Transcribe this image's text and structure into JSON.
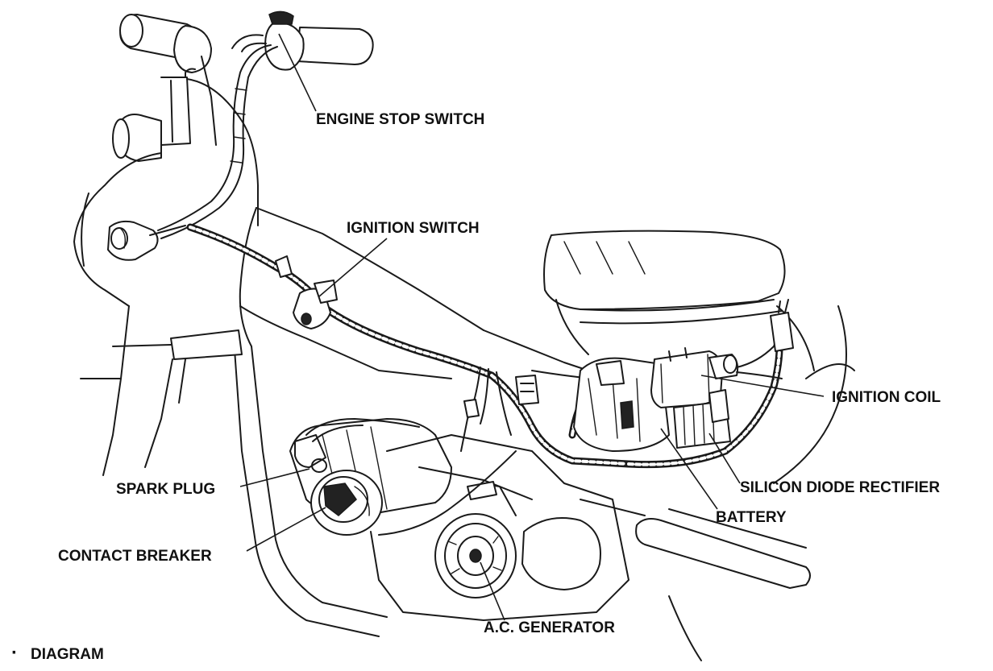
{
  "labels": {
    "engine_stop_switch": "ENGINE STOP SWITCH",
    "ignition_switch": "IGNITION SWITCH",
    "ignition_coil": "IGNITION COIL",
    "silicon_diode_rectifier": "SILICON DIODE RECTIFIER",
    "battery": "BATTERY",
    "spark_plug": "SPARK PLUG",
    "contact_breaker": "CONTACT BREAKER",
    "ac_generator": "A.C. GENERATOR"
  },
  "caption": {
    "bullet": "·",
    "text": "DIAGRAM"
  }
}
